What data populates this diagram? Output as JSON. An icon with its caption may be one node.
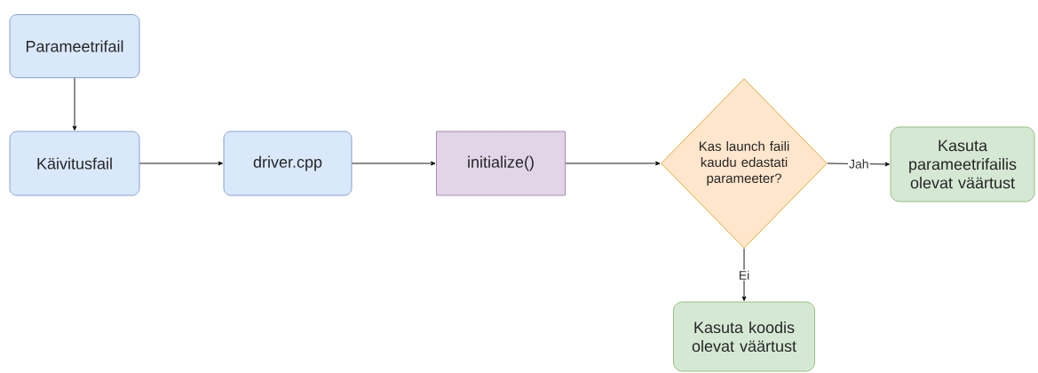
{
  "diagram": {
    "nodes": [
      {
        "text": [
          "Parameetrifail"
        ]
      },
      {
        "text": [
          "Käivitusfail"
        ]
      },
      {
        "text": [
          "driver.cpp"
        ]
      },
      {
        "text": [
          "initialize()"
        ]
      },
      {
        "text": [
          "Kas launch faili kaudu edastati parameeter?"
        ]
      },
      {
        "text": [
          "Kasuta parameetrifailis olevat väärtust"
        ]
      },
      {
        "text": [
          "Kasuta koodis olevat väärtust"
        ]
      }
    ],
    "edges": [
      {
        "from": 0,
        "to": 1,
        "arrow": "to"
      },
      {
        "from": 1,
        "to": 2,
        "arrow": "to"
      },
      {
        "from": 2,
        "to": 3,
        "arrow": "to"
      },
      {
        "from": 3,
        "to": 4,
        "arrow": "to"
      },
      {
        "from": 4,
        "to": 5,
        "arrow": "to",
        "label": "Jah"
      },
      {
        "from": 4,
        "to": 6,
        "arrow": "to",
        "label": "Ei"
      }
    ]
  }
}
